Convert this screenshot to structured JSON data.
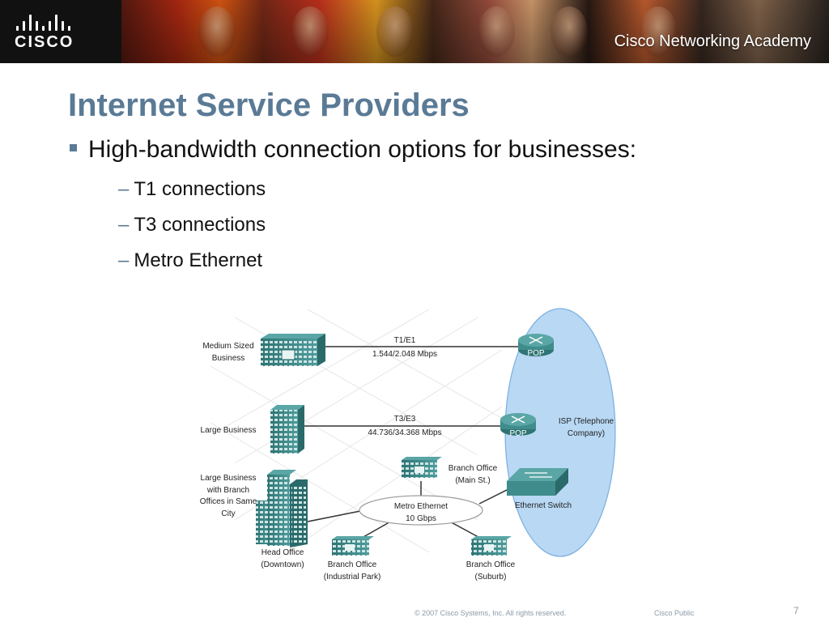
{
  "header": {
    "logo_text": "CISCO",
    "academy_text": "Cisco Networking Academy"
  },
  "slide": {
    "title": "Internet Service Providers",
    "bullet": "High-bandwidth connection options for businesses:",
    "sub_items": [
      "T1 connections",
      "T3 connections",
      "Metro Ethernet"
    ]
  },
  "diagram": {
    "medium_business": [
      "Medium Sized",
      "Business"
    ],
    "large_business": "Large Business",
    "large_branch": [
      "Large Business",
      "with Branch",
      "Offices in Same",
      "City"
    ],
    "t1_label": "T1/E1",
    "t1_speed": "1.544/2.048 Mbps",
    "t3_label": "T3/E3",
    "t3_speed": "44.736/34.368 Mbps",
    "pop1": "POP",
    "pop2": "POP",
    "isp": [
      "ISP (Telephone",
      "Company)"
    ],
    "metro": [
      "Metro Ethernet",
      "10 Gbps"
    ],
    "ethernet_switch": "Ethernet Switch",
    "branch_main": [
      "Branch Office",
      "(Main St.)"
    ],
    "head_office": [
      "Head Office",
      "(Downtown)"
    ],
    "branch_industrial": [
      "Branch Office",
      "(Industrial Park)"
    ],
    "branch_suburb": [
      "Branch Office",
      "(Suburb)"
    ],
    "colors": {
      "building": "#3f8c8c",
      "isp_fill": "#b8d8f4",
      "line": "#333333"
    }
  },
  "footer": {
    "copyright": "© 2007 Cisco Systems, Inc. All rights reserved.",
    "classification": "Cisco Public",
    "page": "7"
  }
}
